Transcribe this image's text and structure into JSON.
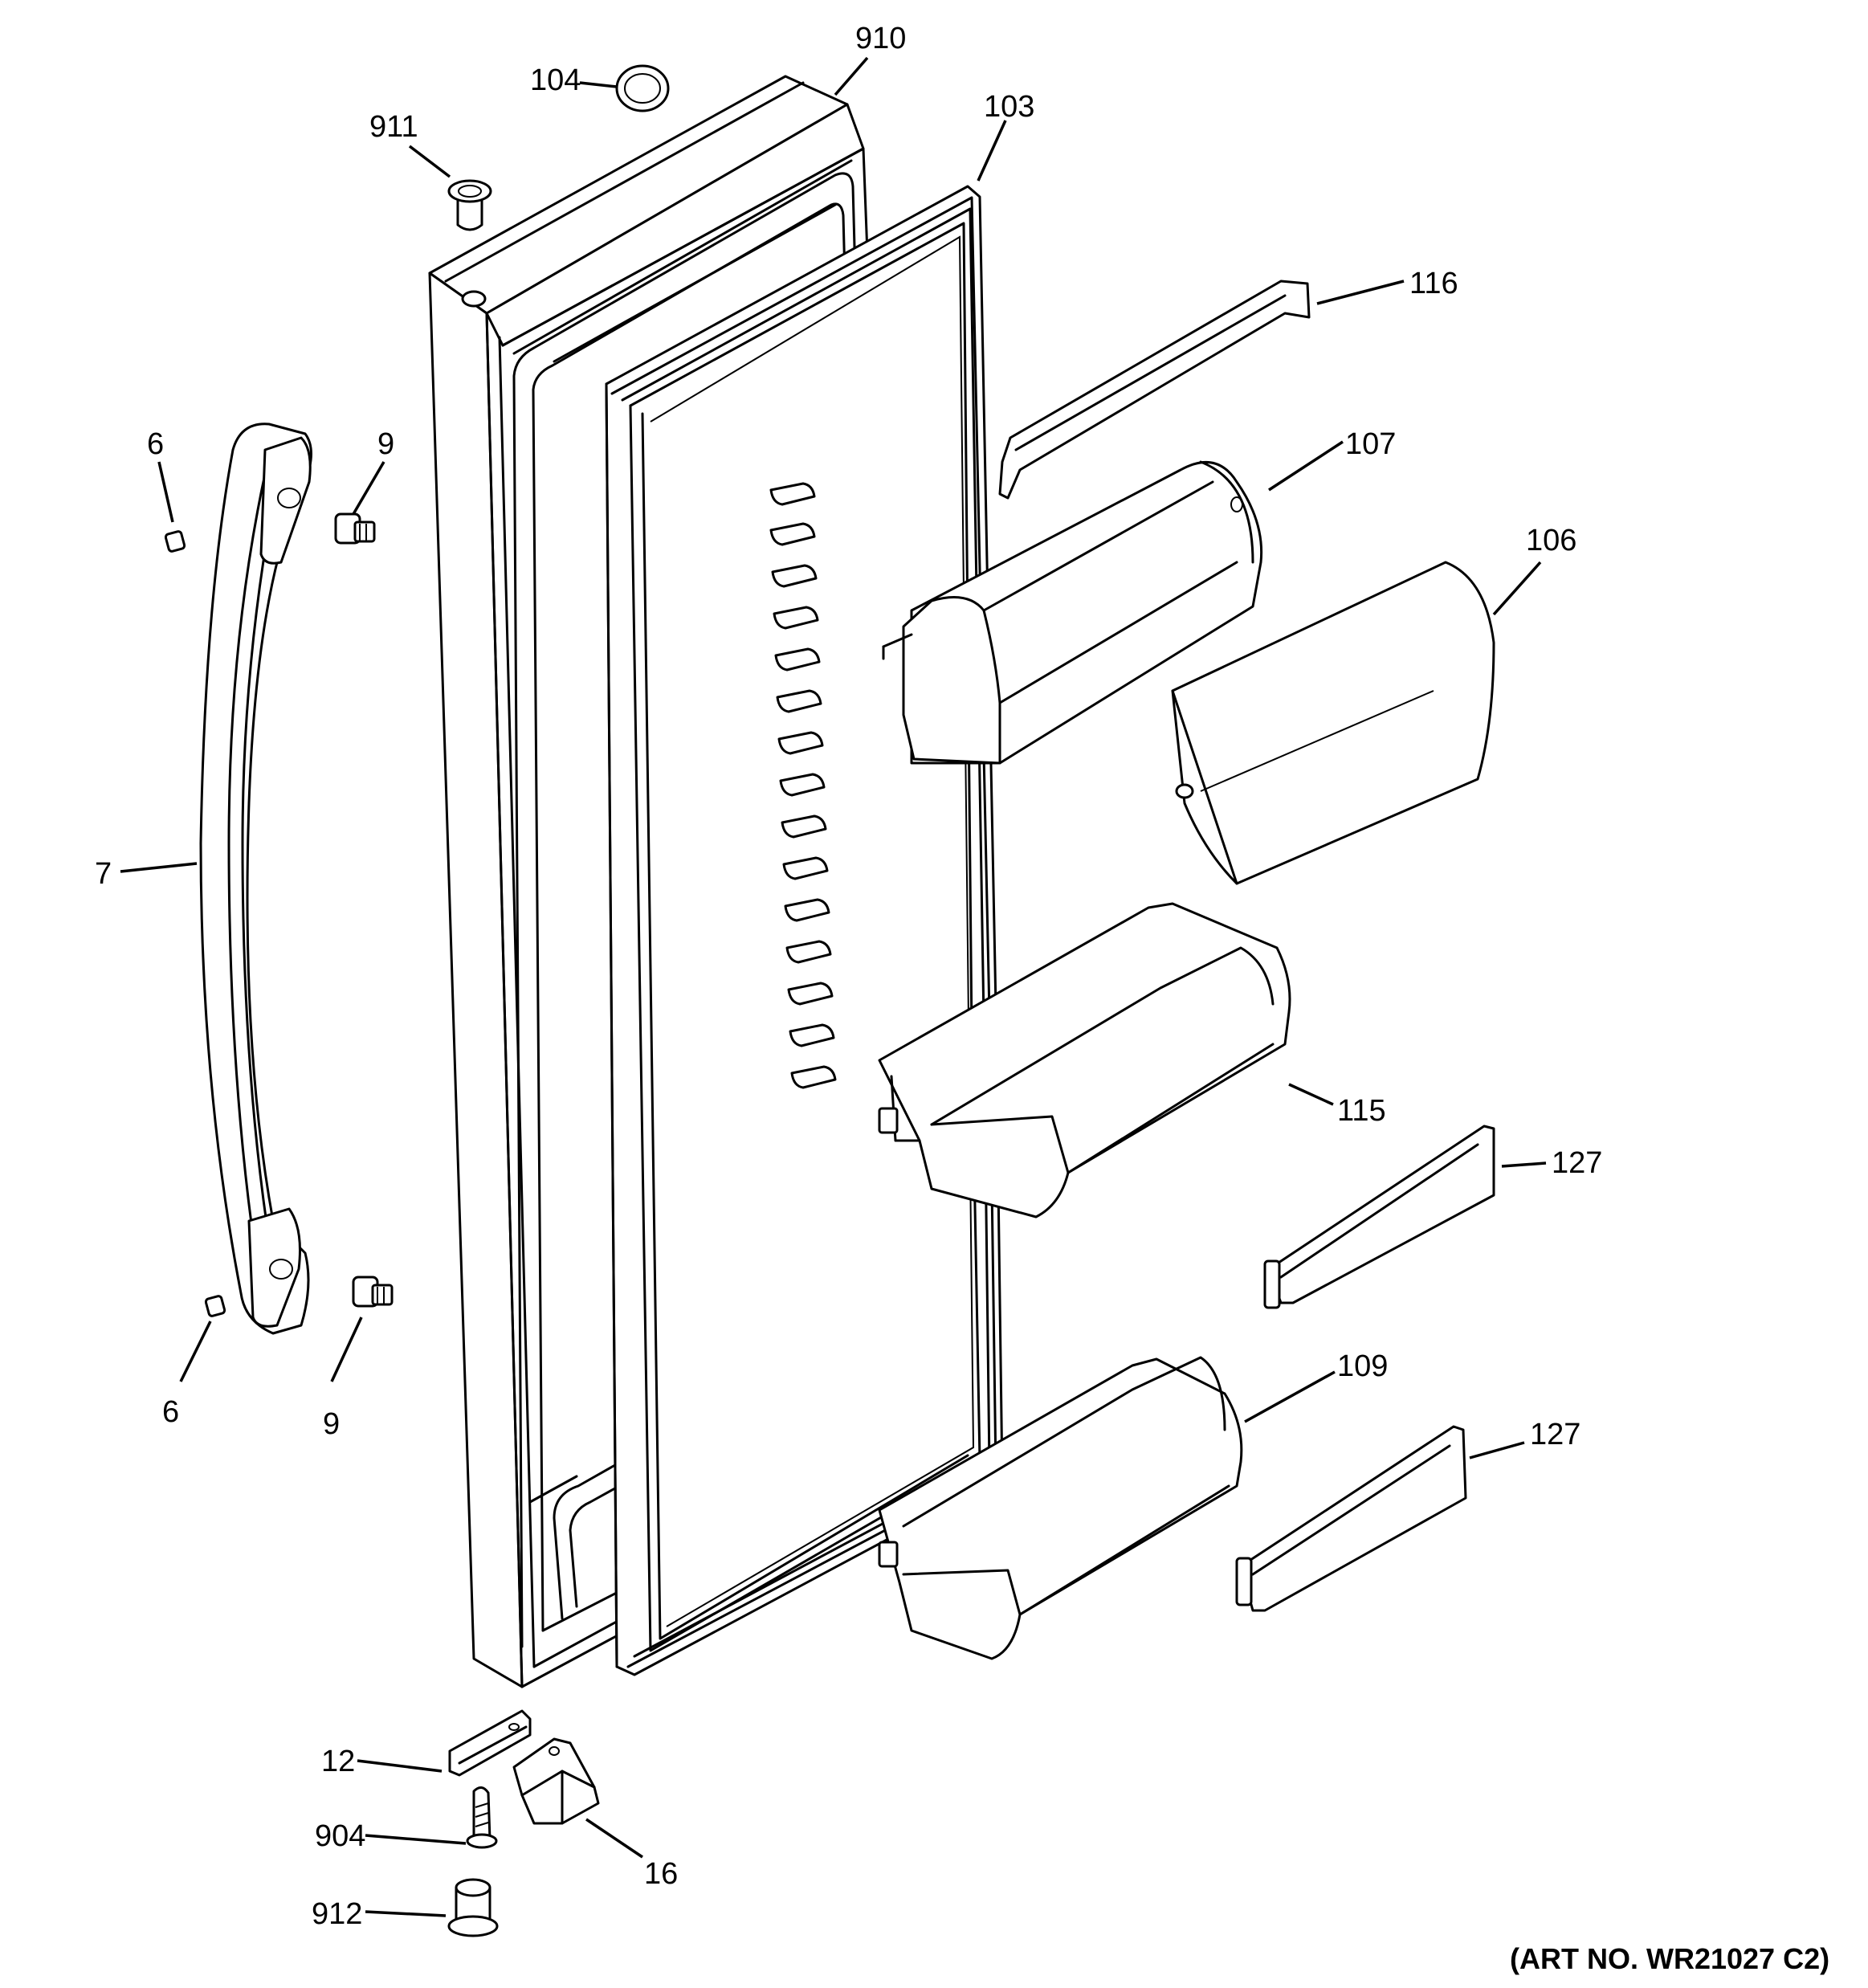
{
  "art_number": "(ART NO. WR21027 C2)",
  "callouts": [
    {
      "id": "c910",
      "part": "910"
    },
    {
      "id": "c104",
      "part": "104"
    },
    {
      "id": "c911",
      "part": "911"
    },
    {
      "id": "c103",
      "part": "103"
    },
    {
      "id": "c116",
      "part": "116"
    },
    {
      "id": "c107",
      "part": "107"
    },
    {
      "id": "c106",
      "part": "106"
    },
    {
      "id": "c6a",
      "part": "6"
    },
    {
      "id": "c9a",
      "part": "9"
    },
    {
      "id": "c7",
      "part": "7"
    },
    {
      "id": "c115",
      "part": "115"
    },
    {
      "id": "c127a",
      "part": "127"
    },
    {
      "id": "c6b",
      "part": "6"
    },
    {
      "id": "c9b",
      "part": "9"
    },
    {
      "id": "c109",
      "part": "109"
    },
    {
      "id": "c127b",
      "part": "127"
    },
    {
      "id": "c12",
      "part": "12"
    },
    {
      "id": "c904",
      "part": "904"
    },
    {
      "id": "c16",
      "part": "16"
    },
    {
      "id": "c912",
      "part": "912"
    }
  ]
}
